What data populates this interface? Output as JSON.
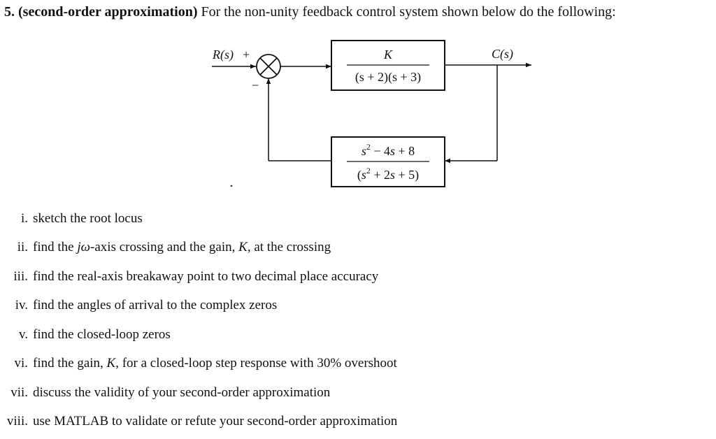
{
  "header": {
    "number": "5.",
    "title": "(second-order approximation)",
    "text": "For the non-unity feedback control system shown below do the following:"
  },
  "diagram": {
    "input_label": "R(s)",
    "plus_sign": "+",
    "minus_sign": "−",
    "output_label": "C(s)",
    "forward_block": {
      "numerator": "K",
      "denominator": "(s + 2)(s + 3)"
    },
    "feedback_block": {
      "numerator": "s2 − 4s + 8",
      "denominator": "(s2 + 2s + 5)"
    }
  },
  "items": [
    {
      "numeral": "i.",
      "parts": [
        "sketch the root locus"
      ]
    },
    {
      "numeral": "ii.",
      "parts": [
        "find the ",
        "jω",
        "-axis crossing and the gain, ",
        "K",
        ", at the crossing"
      ]
    },
    {
      "numeral": "iii.",
      "parts": [
        "find the real-axis breakaway point to two decimal place accuracy"
      ]
    },
    {
      "numeral": "iv.",
      "parts": [
        "find the angles of arrival to the complex zeros"
      ]
    },
    {
      "numeral": "v.",
      "parts": [
        "find the closed-loop zeros"
      ]
    },
    {
      "numeral": "vi.",
      "parts": [
        "find the gain, ",
        "K",
        ", for a closed-loop step response with 30% overshoot"
      ]
    },
    {
      "numeral": "vii.",
      "parts": [
        "discuss the validity of your second-order approximation"
      ]
    },
    {
      "numeral": "viii.",
      "parts": [
        "use MATLAB to validate or refute your second-order approximation"
      ]
    }
  ]
}
